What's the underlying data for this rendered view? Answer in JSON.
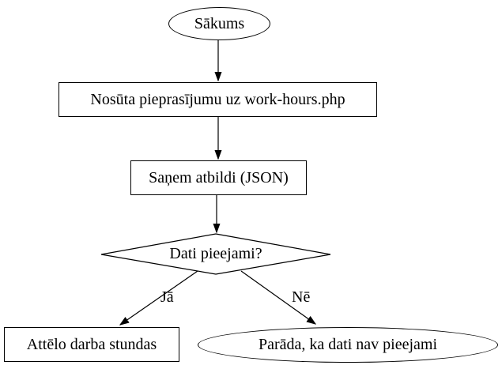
{
  "diagram": {
    "type": "flowchart",
    "background_color": "#ffffff",
    "stroke_color": "#000000",
    "text_color": "#000000",
    "nodes": {
      "start": {
        "label": "Sākums",
        "shape": "ellipse"
      },
      "send_request": {
        "label": "Nosūta pieprasījumu uz work-hours.php",
        "shape": "box"
      },
      "receive_response": {
        "label": "Saņem atbildi (JSON)",
        "shape": "box"
      },
      "decision": {
        "label": "Dati pieejami?",
        "shape": "diamond"
      },
      "display_hours": {
        "label": "Attēlo darba stundas",
        "shape": "box"
      },
      "no_data": {
        "label": "Parāda, ka dati nav pieejami",
        "shape": "ellipse"
      }
    },
    "edges": {
      "yes_label": "Jā",
      "no_label": "Nē"
    }
  }
}
